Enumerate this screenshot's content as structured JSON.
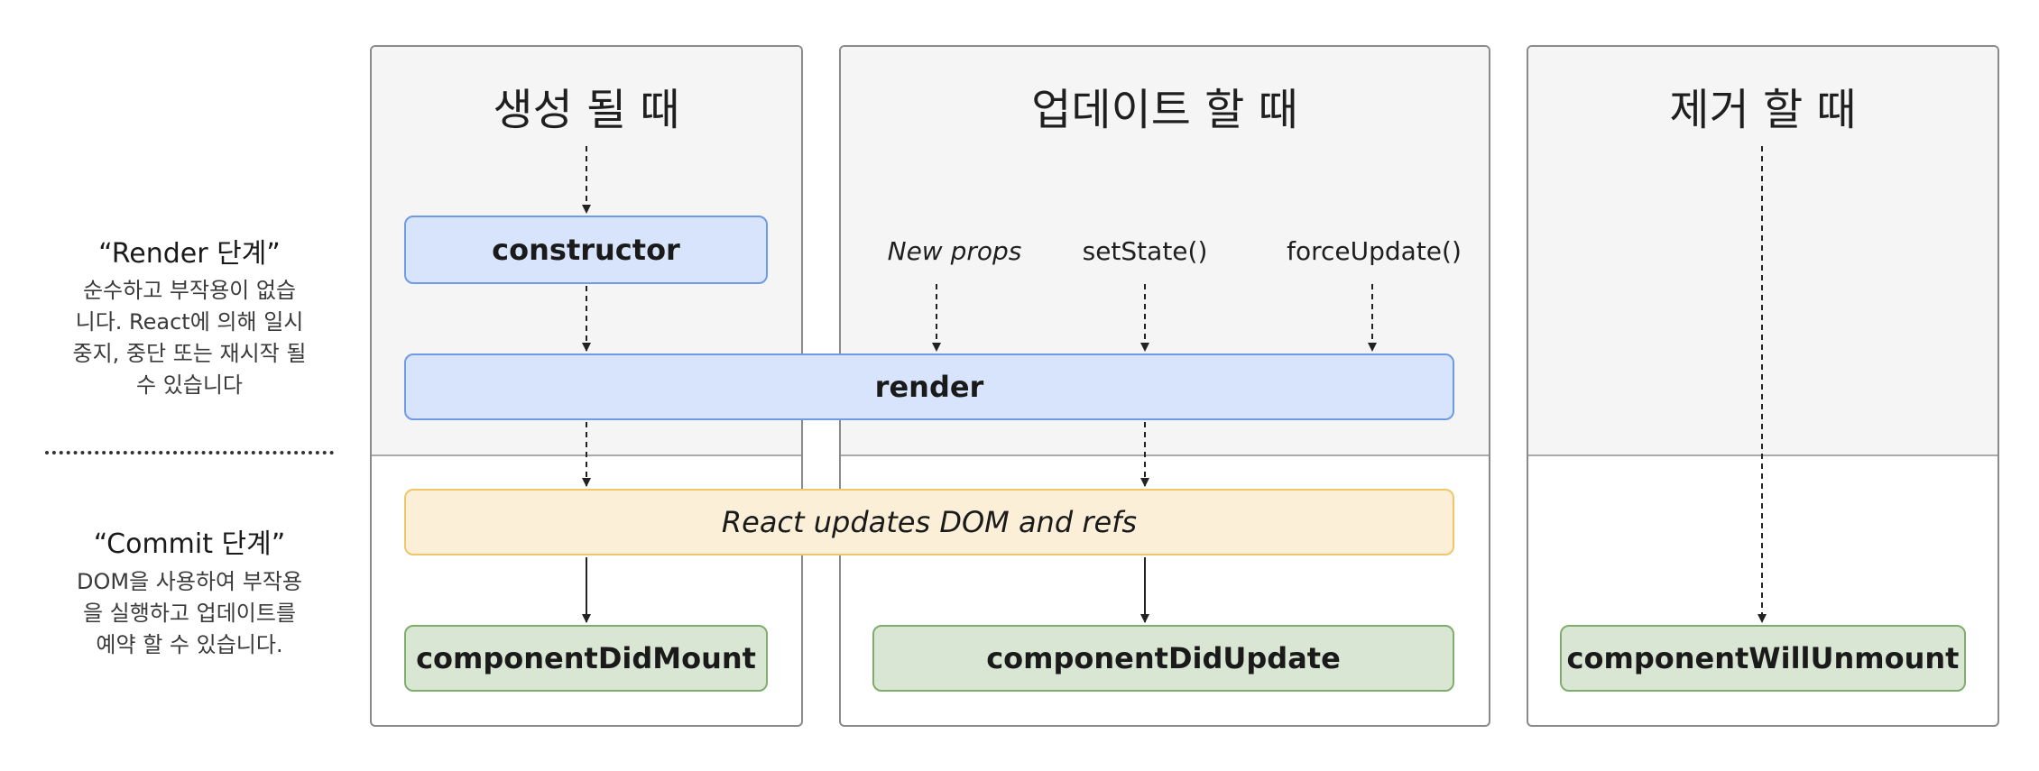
{
  "columns": {
    "mount": {
      "title": "생성 될 때"
    },
    "update": {
      "title": "업데이트 할 때"
    },
    "unmount": {
      "title": "제거 할 때"
    }
  },
  "phases": {
    "render": {
      "title": "“Render 단계”",
      "description": [
        "순수하고 부작용이 없습",
        "니다. React에 의해 일시",
        "중지, 중단 또는 재시작 될",
        "수 있습니다"
      ]
    },
    "commit": {
      "title": "“Commit 단계”",
      "description": [
        "DOM을 사용하여 부작용",
        "을 실행하고 업데이트를",
        "예약 할 수 있습니다."
      ]
    }
  },
  "triggers": {
    "new_props": "New props",
    "set_state": "setState()",
    "force_update": "forceUpdate()"
  },
  "boxes": {
    "constructor": "constructor",
    "render": "render",
    "react_updates": "React updates DOM and refs",
    "component_did_mount": "componentDidMount",
    "component_did_update": "componentDidUpdate",
    "component_will_unmount": "componentWillUnmount"
  },
  "colors": {
    "render_fill": "#d8e4fb",
    "render_border": "#6f9be6",
    "commit_fill": "#fbefd7",
    "commit_border": "#f1c66b",
    "lifecycle_fill": "#d9e6d3",
    "lifecycle_border": "#7fae6c",
    "phase_background": "#f5f5f5"
  }
}
